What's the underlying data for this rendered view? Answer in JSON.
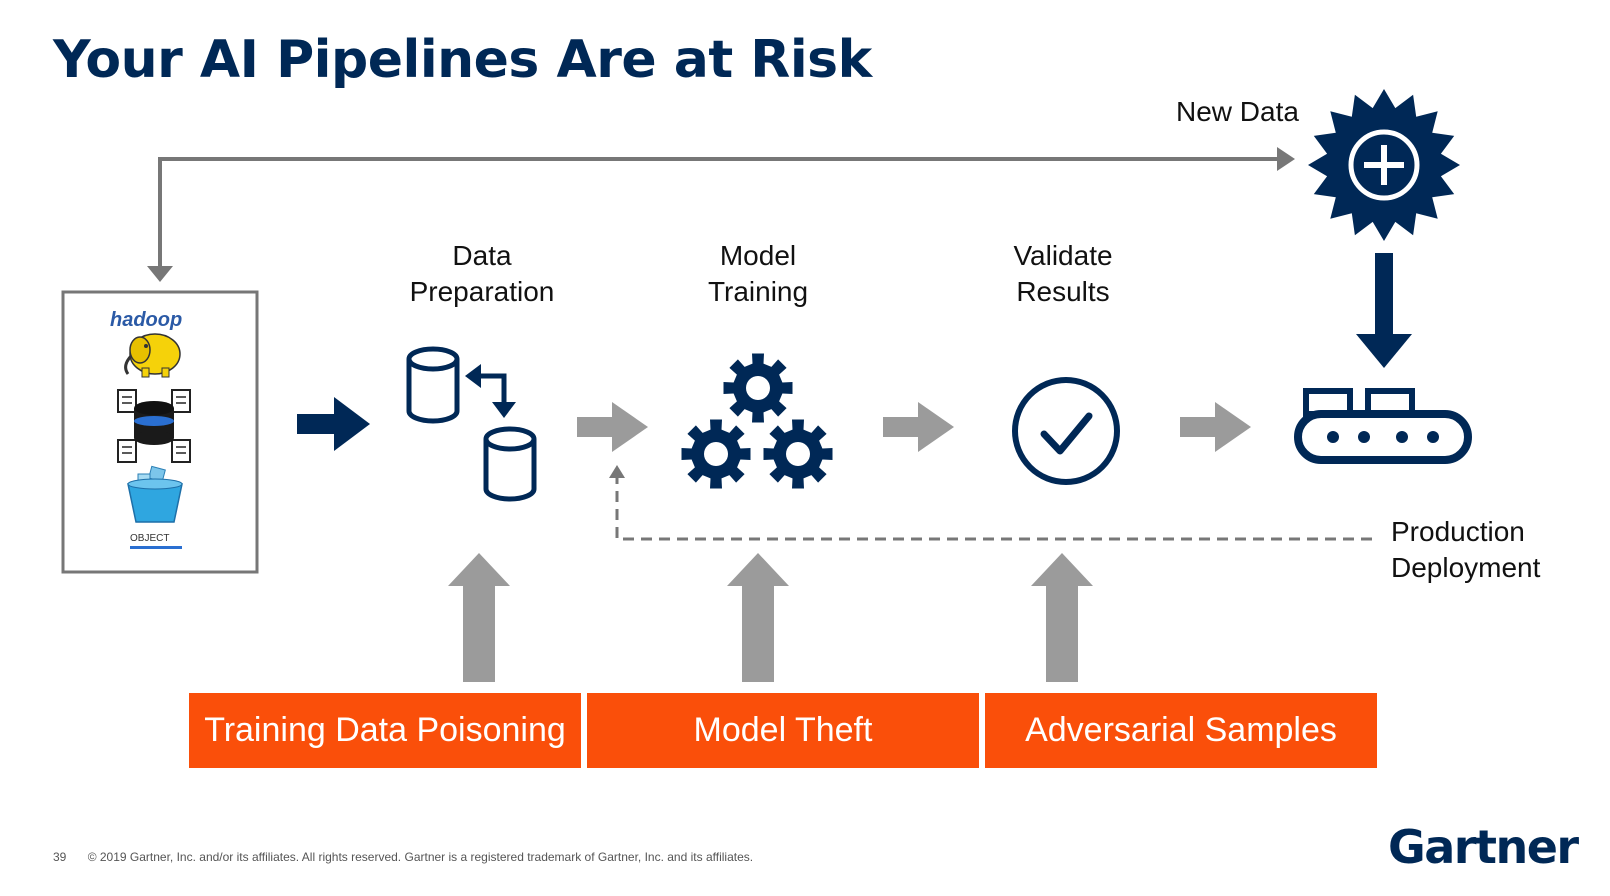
{
  "title": "Your AI Pipelines Are at Risk",
  "stages": {
    "data_preparation": [
      "Data",
      "Preparation"
    ],
    "model_training": [
      "Model",
      "Training"
    ],
    "validate_results": [
      "Validate",
      "Results"
    ],
    "new_data": "New Data",
    "production_deployment": [
      "Production",
      "Deployment"
    ]
  },
  "data_sources": {
    "hadoop_logo_text": "hadoop",
    "object_storage_text": "OBJECT"
  },
  "risks": [
    "Training Data Poisoning",
    "Model Theft",
    "Adversarial Samples"
  ],
  "footer": {
    "page_number": "39",
    "copyright": "© 2019 Gartner, Inc. and/or its affiliates. All rights reserved. Gartner is a registered trademark of Gartner, Inc. and its affiliates."
  },
  "logo": "Gartner",
  "colors": {
    "navy": "#002856",
    "orange": "#fa4f0a",
    "arrow_gray": "#9b9b9b",
    "dark_gray": "#777777"
  },
  "icons": [
    "hadoop-elephant-icon",
    "database-documents-icon",
    "object-bucket-icon",
    "data-transfer-icon",
    "gears-icon",
    "checkmark-circle-icon",
    "new-data-plus-icon",
    "conveyor-belt-icon"
  ]
}
